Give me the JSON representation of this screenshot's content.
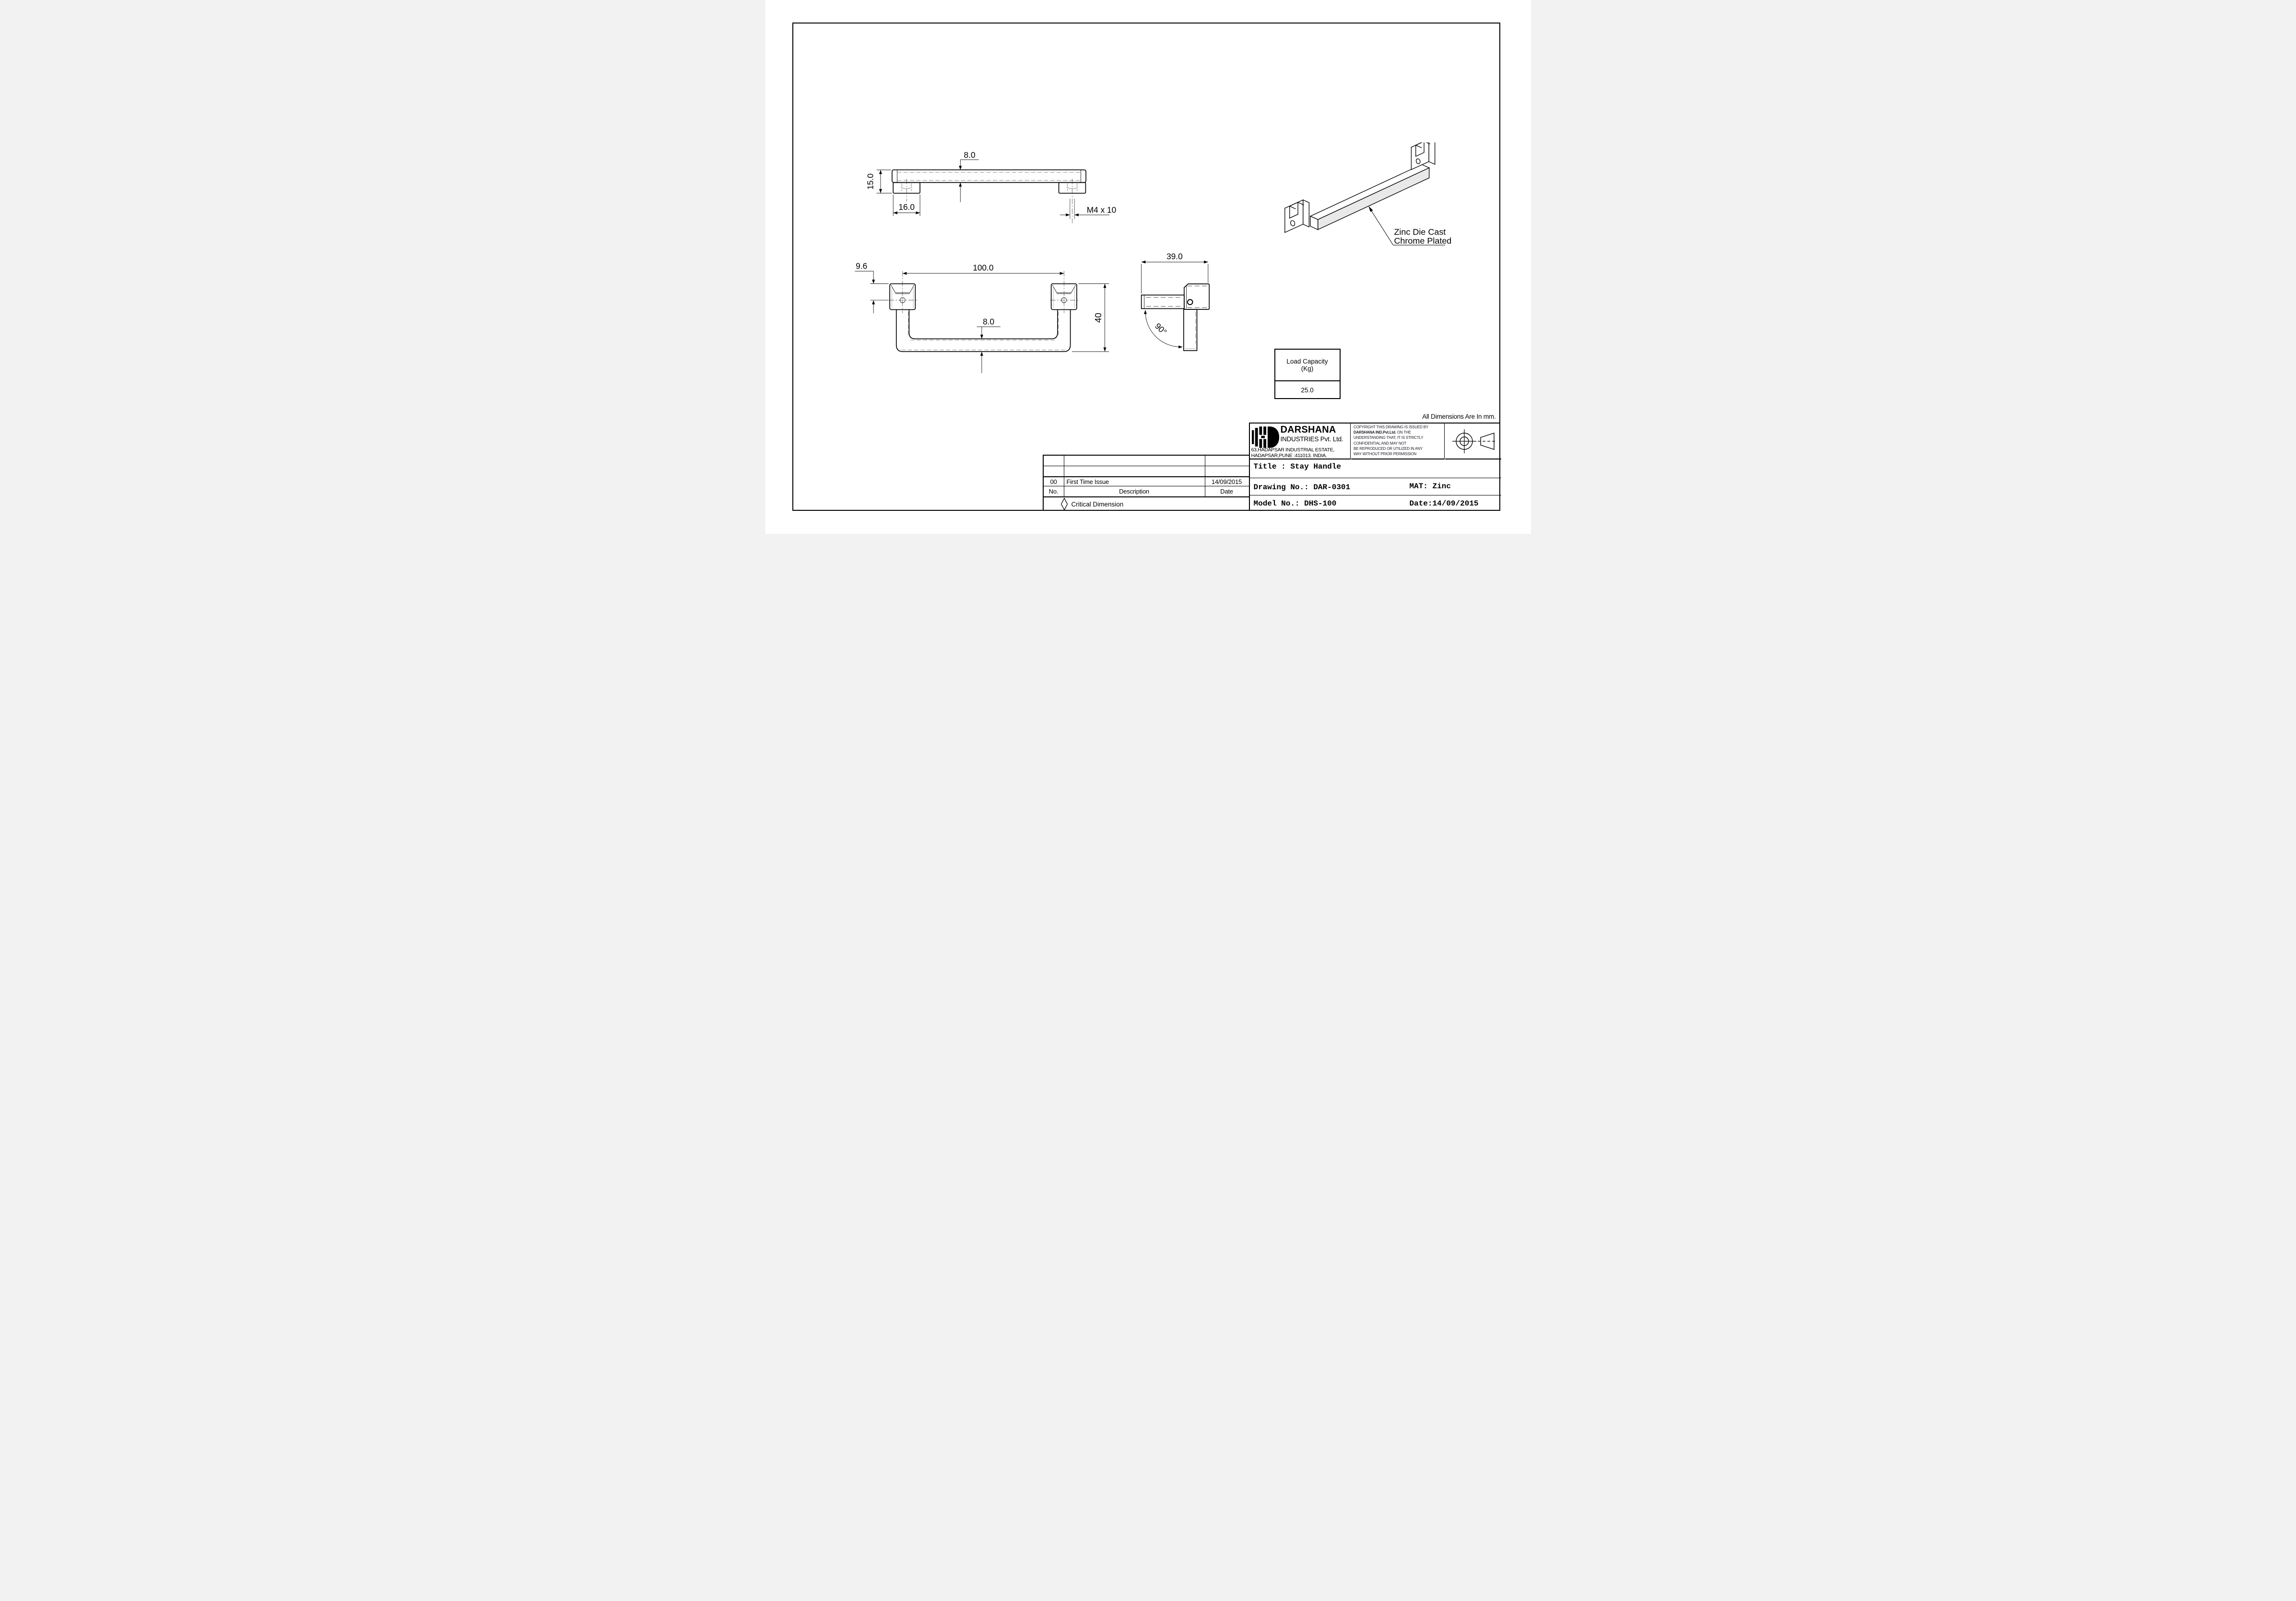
{
  "sheet": {
    "note_units": "All Dimensions Are In mm.",
    "load_capacity": {
      "title_line1": "Load Capacity",
      "title_line2": "(Kg)",
      "value": "25.0"
    },
    "callout": {
      "line1": "Zinc Die Cast",
      "line2": "Chrome Plated"
    },
    "dims": {
      "top_bar_section": "8.0",
      "top_height": "15.0",
      "top_foot_width": "16.0",
      "top_screw": "M4 x 10",
      "front_block_offset": "9.6",
      "front_hole_spacing": "100.0",
      "front_bar_section": "8.0",
      "front_height": "40",
      "side_depth": "39.0",
      "side_angle": "90°"
    },
    "revision_table": {
      "rows": [
        {
          "no": "00",
          "description": "First Time Issue",
          "date": "14/09/2015"
        }
      ],
      "header": {
        "no": "No.",
        "description": "Description",
        "date": "Date"
      },
      "legend": {
        "label": "Critical Dimension"
      }
    },
    "title_block": {
      "company_name": "DARSHANA",
      "company_type": "INDUSTRIES Pvt. Ltd.",
      "address1": "63,HADAPSAR INDUSTRIAL ESTATE,",
      "address2": "HADAPSAR,PUNE :411013. INDIA.",
      "copyright": {
        "line1": "COPYRIGHT THIS DRAWING IS ISSUED BY",
        "line2_bold": "DARSHANA IND.Pvt.Ltd.",
        "line2_rest": " ON THE",
        "line3": "UNDERSTANDING THAT, IT IS STRICTLY",
        "line4": "CONFIDENTIAL AND MAY NOT",
        "line5": "BE REPRODUCED OR UTILIZED IN ANY",
        "line6": "WAY WITHOUT PRIOR PERMISSION"
      },
      "title": "Title : Stay Handle",
      "drawing_no": "Drawing No.: DAR-0301",
      "material": "MAT: Zinc",
      "model_no": "Model No.: DHS-100",
      "date": "Date:14/09/2015"
    }
  }
}
